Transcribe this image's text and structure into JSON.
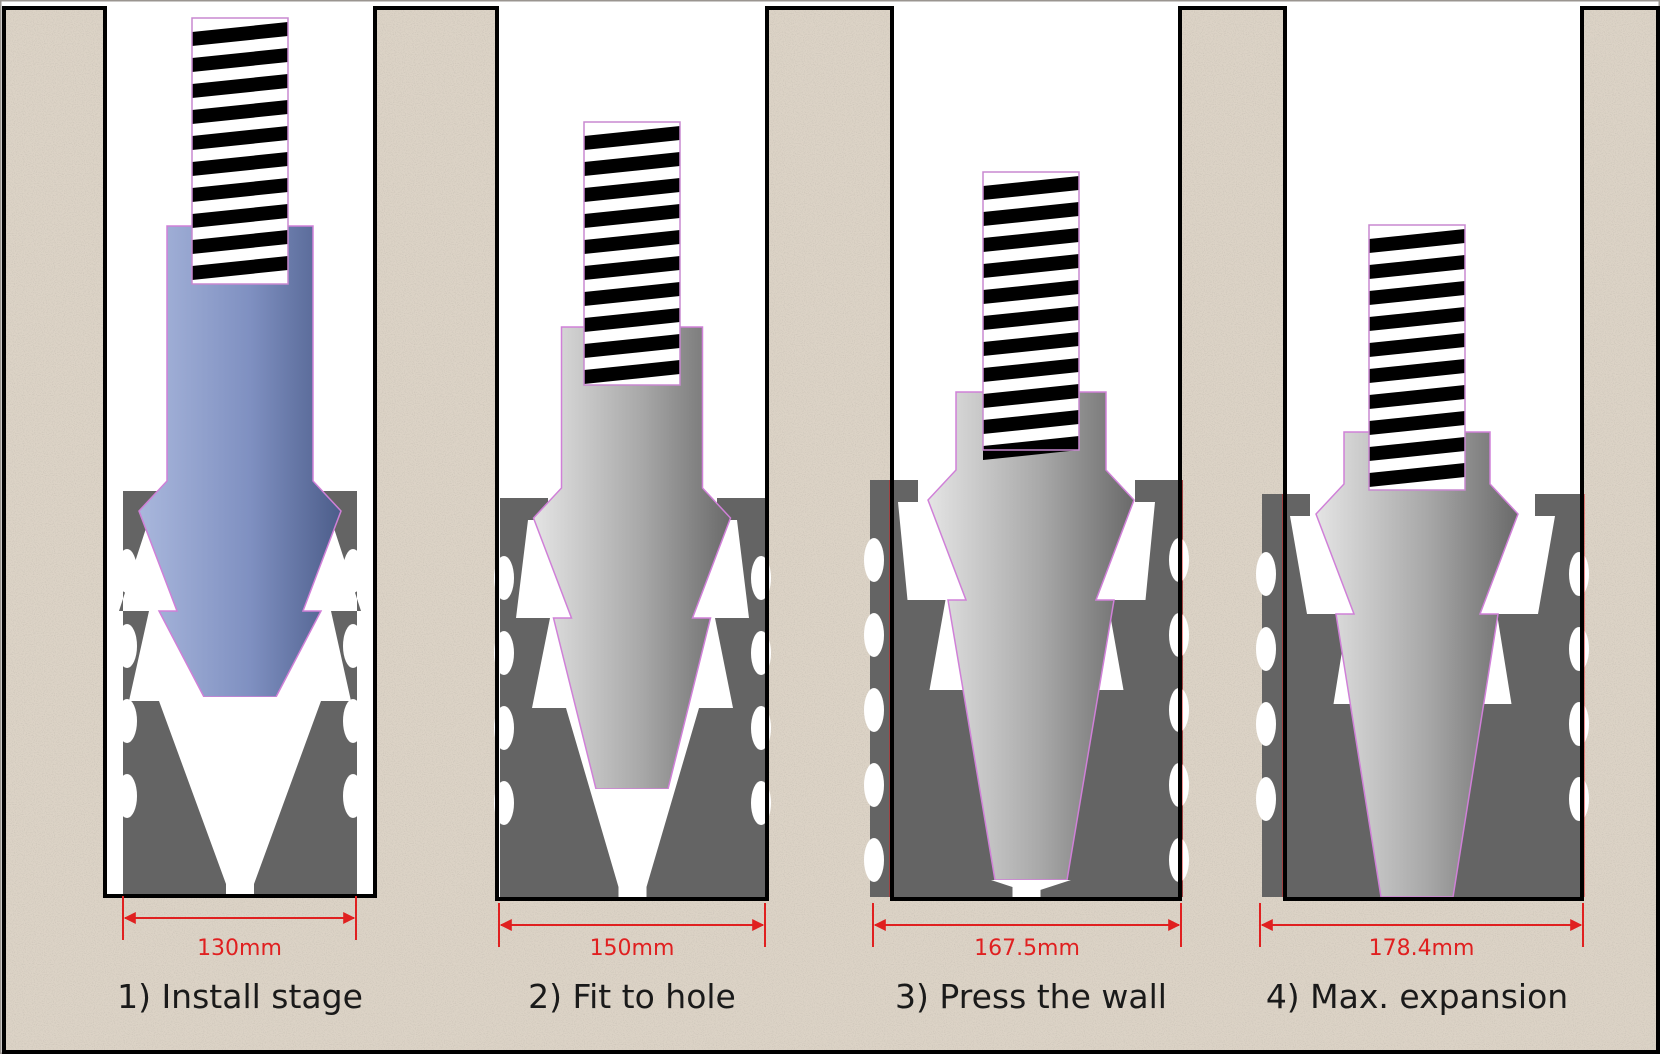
{
  "colors": {
    "concrete": "#dcd3c6",
    "anchor_body": "#646464",
    "dimension": "#e02020",
    "outline": "#000000"
  },
  "icons": {
    "threaded_rod": "threaded-rod-icon",
    "cone": "tapered-cone-icon",
    "sleeve": "expansion-sleeve-icon"
  },
  "stages": [
    {
      "measurement": "130mm",
      "caption": "1) Install stage",
      "cone_fill": "blue"
    },
    {
      "measurement": "150mm",
      "caption": "2) Fit to hole",
      "cone_fill": "grey"
    },
    {
      "measurement": "167.5mm",
      "caption": "3) Press the wall",
      "cone_fill": "grey"
    },
    {
      "measurement": "178.4mm",
      "caption": "4) Max. expansion",
      "cone_fill": "grey"
    }
  ]
}
